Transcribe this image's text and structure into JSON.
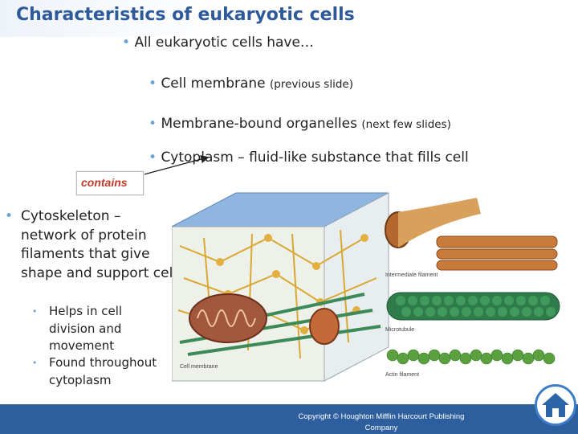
{
  "title": "Characteristics of eukaryotic cells",
  "intro": "All eukaryotic cells have…",
  "items": [
    {
      "main": "Cell membrane ",
      "note": "(previous slide)"
    },
    {
      "main": "Membrane-bound organelles ",
      "note": "(next few slides)"
    },
    {
      "main": "Cytoplasm – fluid-like substance that fills cell",
      "note": ""
    }
  ],
  "contains_label": "contains",
  "cytoskeleton": "Cytoskeleton – network of protein filaments that give shape and support cell",
  "sub_bullets": [
    "Helps in cell division and movement",
    "Found throughout cytoplasm"
  ],
  "figure_labels": {
    "intermediate": "Intermediate filament",
    "microtubule": "Microtubule",
    "actin": "Actin filament",
    "membrane": "Cell membrane"
  },
  "copyright": "Copyright © Houghton Mifflin Harcourt Publishing Company",
  "colors": {
    "title": "#2e5a9a",
    "bullet": "#6aa3d8",
    "footer": "#2d5f9e",
    "contains": "#c0392b"
  },
  "icons": [
    "home-icon",
    "arrow"
  ]
}
